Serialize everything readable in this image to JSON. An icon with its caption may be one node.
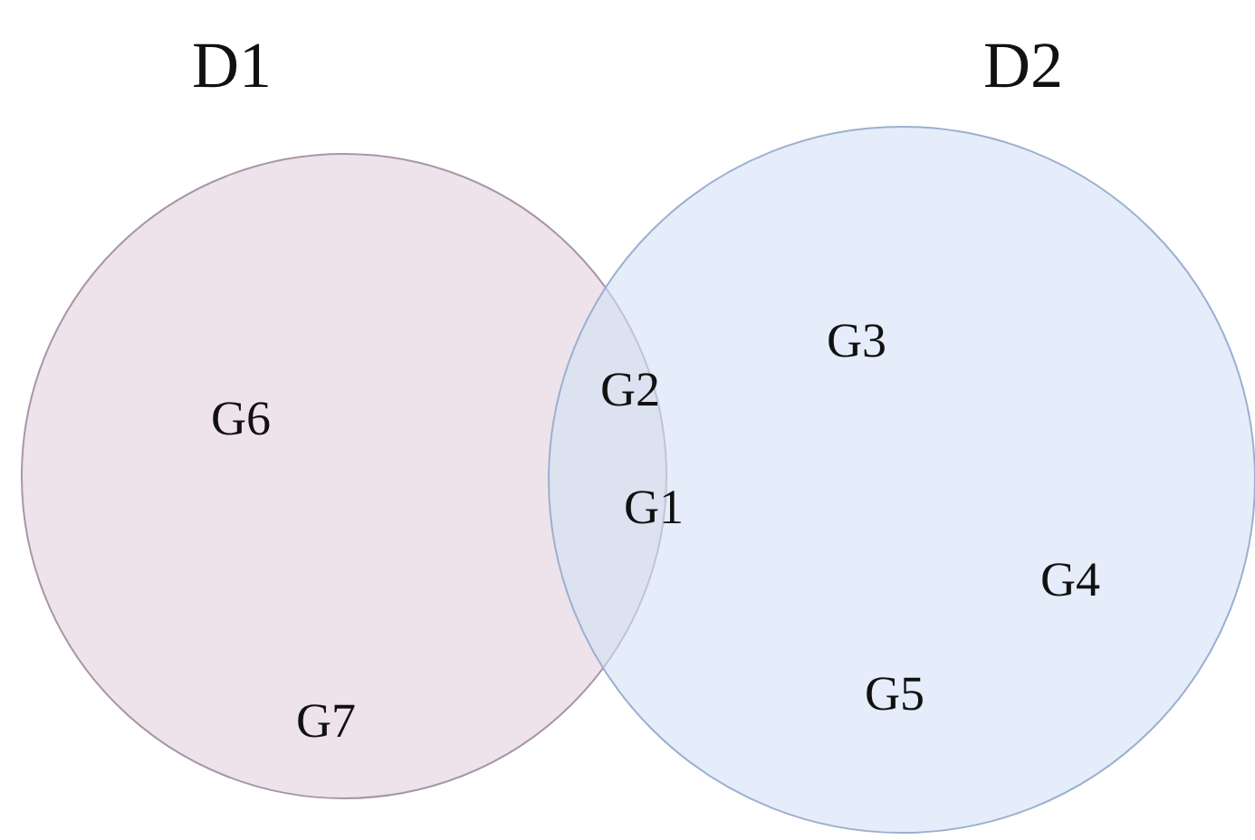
{
  "diagram": {
    "nodes": [
      {
        "text": [
          "D1"
        ]
      },
      {
        "text": [
          "D2"
        ]
      }
    ],
    "labels": [
      "G3",
      "G2",
      "G6",
      "G1",
      "G4",
      "G5",
      "G7"
    ]
  }
}
